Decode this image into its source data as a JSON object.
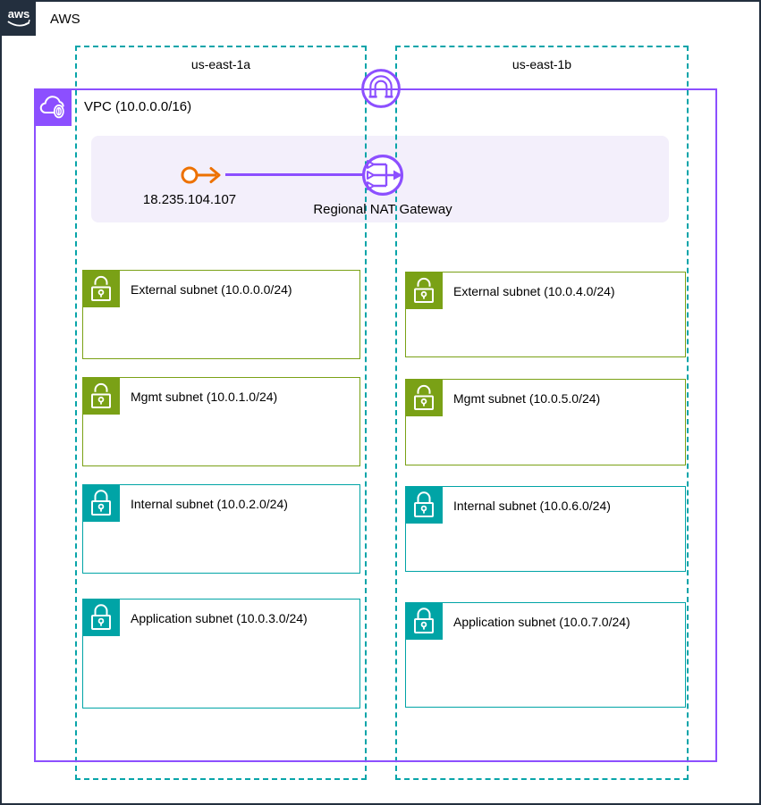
{
  "header": {
    "logo_text": "aws",
    "title": "AWS"
  },
  "colors": {
    "purple": "#8C4FFF",
    "teal": "#00A4A6",
    "az_dash_teal": "#08A4A9",
    "green": "#7AA116",
    "orange": "#ED7100",
    "squid_ink": "#232F3E",
    "flow_bg": "#F3EFFB"
  },
  "vpc": {
    "label": "VPC (10.0.0.0/16)"
  },
  "nat_flow": {
    "elastic_ip": "18.235.104.107",
    "gateway_label": "Regional NAT Gateway"
  },
  "availability_zones": [
    {
      "name": "us-east-1a",
      "subnets": [
        {
          "label": "External subnet (10.0.0.0/24)",
          "type": "public"
        },
        {
          "label": "Mgmt subnet (10.0.1.0/24)",
          "type": "public"
        },
        {
          "label": "Internal subnet (10.0.2.0/24)",
          "type": "private"
        },
        {
          "label": "Application subnet (10.0.3.0/24)",
          "type": "private"
        }
      ]
    },
    {
      "name": "us-east-1b",
      "subnets": [
        {
          "label": "External subnet (10.0.4.0/24)",
          "type": "public"
        },
        {
          "label": "Mgmt subnet (10.0.5.0/24)",
          "type": "public"
        },
        {
          "label": "Internal subnet (10.0.6.0/24)",
          "type": "private"
        },
        {
          "label": "Application subnet (10.0.7.0/24)",
          "type": "private"
        }
      ]
    }
  ]
}
